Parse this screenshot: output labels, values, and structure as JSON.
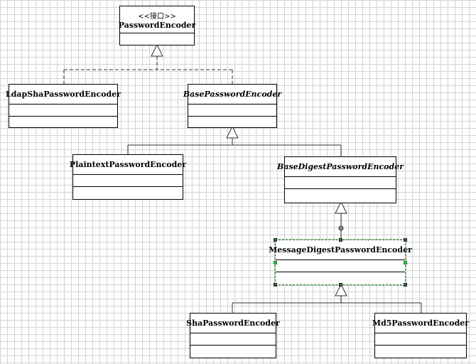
{
  "diagram": {
    "classes": {
      "password_encoder": {
        "stereotype": "<<接口>>",
        "name": "PasswordEncoder"
      },
      "ldap_sha": {
        "name": "LdapShaPasswordEncoder"
      },
      "base_password": {
        "name": "BasePasswordEncoder"
      },
      "plaintext": {
        "name": "PlaintextPasswordEncoder"
      },
      "base_digest": {
        "name": "BaseDigestPasswordEncoder"
      },
      "message_digest": {
        "name": "MessageDigestPasswordEncoder"
      },
      "sha": {
        "name": "ShaPasswordEncoder"
      },
      "md5": {
        "name": "Md5PasswordEncoder"
      }
    },
    "relations": [
      {
        "from": "LdapShaPasswordEncoder",
        "to": "PasswordEncoder",
        "type": "realization"
      },
      {
        "from": "BasePasswordEncoder",
        "to": "PasswordEncoder",
        "type": "realization"
      },
      {
        "from": "PlaintextPasswordEncoder",
        "to": "BasePasswordEncoder",
        "type": "generalization"
      },
      {
        "from": "BaseDigestPasswordEncoder",
        "to": "BasePasswordEncoder",
        "type": "generalization"
      },
      {
        "from": "MessageDigestPasswordEncoder",
        "to": "BaseDigestPasswordEncoder",
        "type": "generalization"
      },
      {
        "from": "ShaPasswordEncoder",
        "to": "MessageDigestPasswordEncoder",
        "type": "generalization"
      },
      {
        "from": "Md5PasswordEncoder",
        "to": "MessageDigestPasswordEncoder",
        "type": "generalization"
      }
    ],
    "colors": {
      "line": "#333333",
      "grid": "#d3d3d3",
      "selection": "#2ecc40"
    }
  }
}
